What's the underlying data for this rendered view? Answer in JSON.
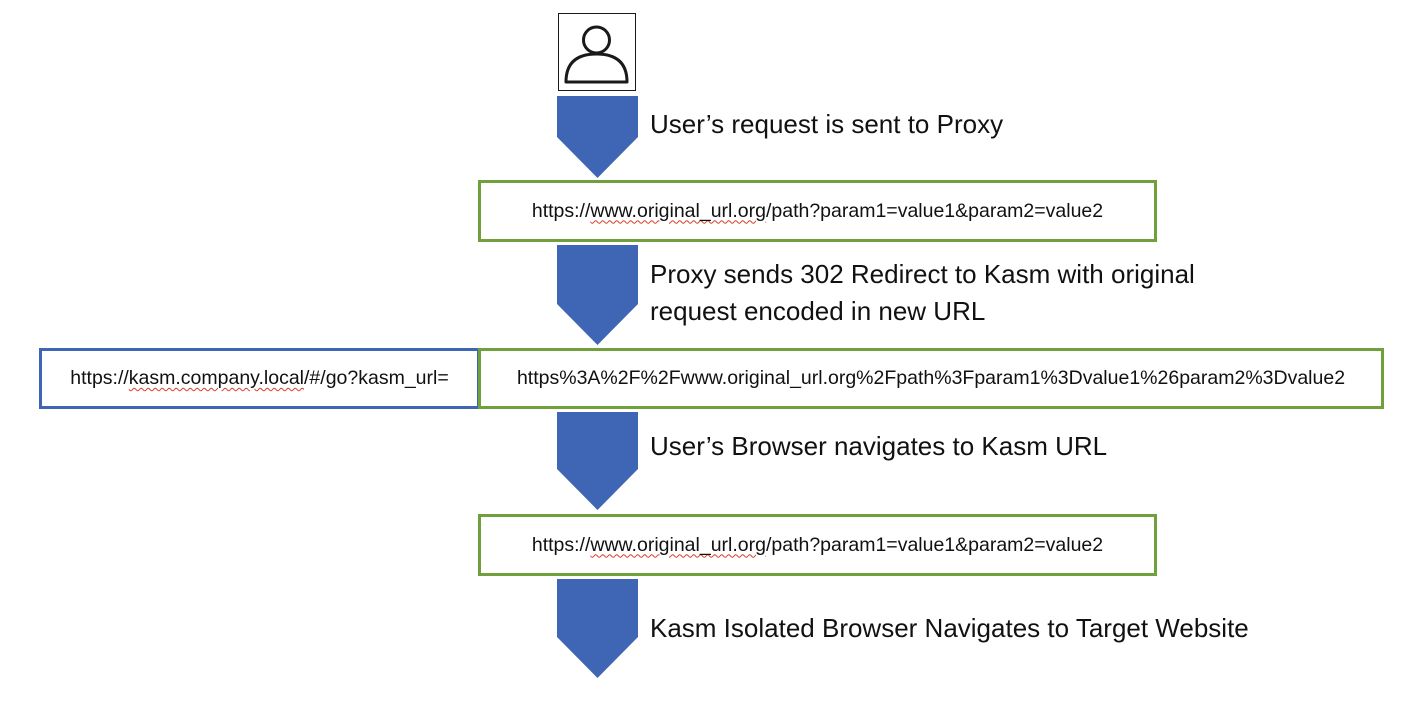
{
  "colors": {
    "arrow_fill": "#3f66b4",
    "original_url_border": "#70a03c",
    "kasm_url_border": "#3f66b4",
    "spellcheck_underline": "#d83a2e"
  },
  "icons": {
    "user": "user-icon",
    "arrow": "down-arrow-icon"
  },
  "steps": [
    {
      "label": "User’s request is sent to Proxy"
    },
    {
      "label_line1": "Proxy sends 302 Redirect to Kasm with original",
      "label_line2": "request encoded in new URL"
    },
    {
      "label": "User’s Browser navigates to Kasm URL"
    },
    {
      "label": "Kasm Isolated Browser Navigates to Target Website"
    }
  ],
  "original_url": {
    "prefix": "https://",
    "host_highlight": "www.original_url.org",
    "suffix": "/path?param1=value1&param2=value2"
  },
  "kasm_url": {
    "prefix": "https://",
    "host_highlight": "kasm.company.local",
    "suffix": "/#/go?kasm_url="
  },
  "encoded_url": "https%3A%2F%2Fwww.original_url.org%2Fpath%3Fparam1%3Dvalue1%26param2%3Dvalue2",
  "final_url": {
    "prefix": "https://",
    "host_highlight": "www.original_url.org",
    "suffix": "/path?param1=value1&param2=value2"
  }
}
